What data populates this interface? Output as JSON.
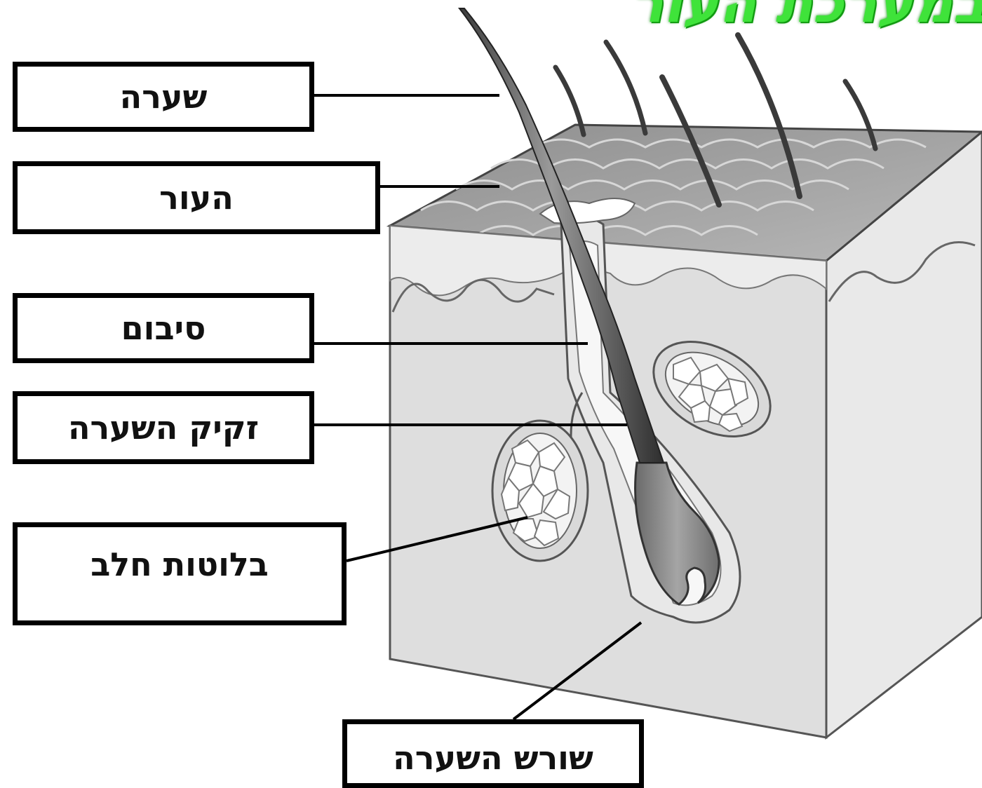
{
  "title_fragment": "במערכת העור",
  "labels": {
    "hair": "שערה",
    "skin": "העור",
    "sebum": "סיבום",
    "hair_follicle": "זקיק השערה",
    "milk_glands": "בלוטות חלב",
    "hair_root": "שורש השערה"
  },
  "colors": {
    "title": "#3fe33a",
    "label_border": "#000000",
    "diagram_block": "#dcdcdc",
    "diagram_side": "#e6e6e6",
    "hair_shaft": "#555555"
  }
}
